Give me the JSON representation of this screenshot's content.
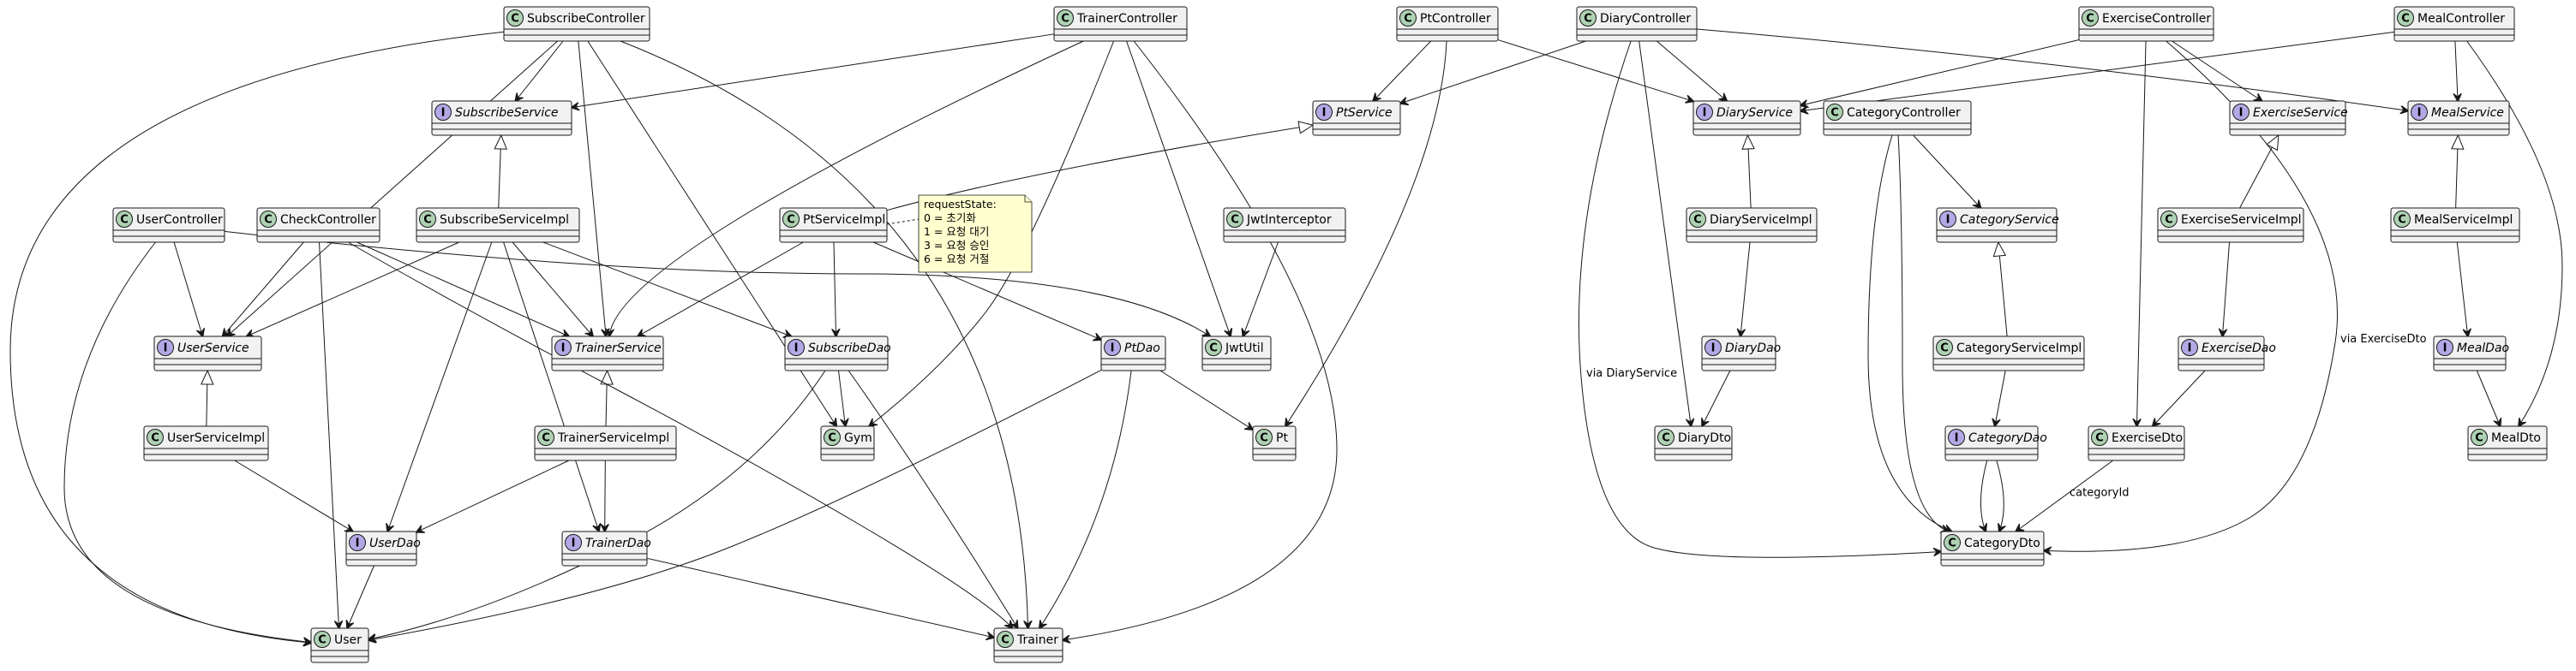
{
  "diagram": {
    "type": "uml-class-diagram",
    "nodes": [
      {
        "id": "SubscribeController",
        "label": "SubscribeController",
        "kind": "class"
      },
      {
        "id": "TrainerController",
        "label": "TrainerController",
        "kind": "class"
      },
      {
        "id": "PtController",
        "label": "PtController",
        "kind": "class"
      },
      {
        "id": "DiaryController",
        "label": "DiaryController",
        "kind": "class"
      },
      {
        "id": "ExerciseController",
        "label": "ExerciseController",
        "kind": "class"
      },
      {
        "id": "MealController",
        "label": "MealController",
        "kind": "class"
      },
      {
        "id": "SubscribeService",
        "label": "SubscribeService",
        "kind": "interface"
      },
      {
        "id": "PtService",
        "label": "PtService",
        "kind": "interface"
      },
      {
        "id": "DiaryService",
        "label": "DiaryService",
        "kind": "interface"
      },
      {
        "id": "ExerciseService",
        "label": "ExerciseService",
        "kind": "interface"
      },
      {
        "id": "MealService",
        "label": "MealService",
        "kind": "interface"
      },
      {
        "id": "CategoryController",
        "label": "CategoryController",
        "kind": "class"
      },
      {
        "id": "UserController",
        "label": "UserController",
        "kind": "class"
      },
      {
        "id": "CheckController",
        "label": "CheckController",
        "kind": "class"
      },
      {
        "id": "SubscribeServiceImpl",
        "label": "SubscribeServiceImpl",
        "kind": "class"
      },
      {
        "id": "PtServiceImpl",
        "label": "PtServiceImpl",
        "kind": "class"
      },
      {
        "id": "JwtInterceptor",
        "label": "JwtInterceptor",
        "kind": "class"
      },
      {
        "id": "DiaryServiceImpl",
        "label": "DiaryServiceImpl",
        "kind": "class"
      },
      {
        "id": "CategoryService",
        "label": "CategoryService",
        "kind": "interface"
      },
      {
        "id": "ExerciseServiceImpl",
        "label": "ExerciseServiceImpl",
        "kind": "class"
      },
      {
        "id": "MealServiceImpl",
        "label": "MealServiceImpl",
        "kind": "class"
      },
      {
        "id": "UserService",
        "label": "UserService",
        "kind": "interface"
      },
      {
        "id": "TrainerService",
        "label": "TrainerService",
        "kind": "interface"
      },
      {
        "id": "SubscribeDao",
        "label": "SubscribeDao",
        "kind": "interface"
      },
      {
        "id": "PtDao",
        "label": "PtDao",
        "kind": "interface"
      },
      {
        "id": "JwtUtil",
        "label": "JwtUtil",
        "kind": "class"
      },
      {
        "id": "DiaryDao",
        "label": "DiaryDao",
        "kind": "interface"
      },
      {
        "id": "CategoryServiceImpl",
        "label": "CategoryServiceImpl",
        "kind": "class"
      },
      {
        "id": "ExerciseDao",
        "label": "ExerciseDao",
        "kind": "interface"
      },
      {
        "id": "MealDao",
        "label": "MealDao",
        "kind": "interface"
      },
      {
        "id": "UserServiceImpl",
        "label": "UserServiceImpl",
        "kind": "class"
      },
      {
        "id": "TrainerServiceImpl",
        "label": "TrainerServiceImpl",
        "kind": "class"
      },
      {
        "id": "Gym",
        "label": "Gym",
        "kind": "class"
      },
      {
        "id": "Pt",
        "label": "Pt",
        "kind": "class"
      },
      {
        "id": "DiaryDto",
        "label": "DiaryDto",
        "kind": "class"
      },
      {
        "id": "CategoryDao",
        "label": "CategoryDao",
        "kind": "interface"
      },
      {
        "id": "ExerciseDto",
        "label": "ExerciseDto",
        "kind": "class"
      },
      {
        "id": "MealDto",
        "label": "MealDto",
        "kind": "class"
      },
      {
        "id": "UserDao",
        "label": "UserDao",
        "kind": "interface"
      },
      {
        "id": "TrainerDao",
        "label": "TrainerDao",
        "kind": "interface"
      },
      {
        "id": "CategoryDto",
        "label": "CategoryDto",
        "kind": "class"
      },
      {
        "id": "User",
        "label": "User",
        "kind": "class"
      },
      {
        "id": "Trainer",
        "label": "Trainer",
        "kind": "class"
      }
    ],
    "edges": [
      {
        "from": "SubscribeController",
        "to": "SubscribeService",
        "type": "dependency"
      },
      {
        "from": "SubscribeController",
        "to": "UserService",
        "type": "dependency"
      },
      {
        "from": "SubscribeController",
        "to": "TrainerService",
        "type": "dependency"
      },
      {
        "from": "SubscribeController",
        "to": "Gym",
        "type": "dependency"
      },
      {
        "from": "SubscribeController",
        "to": "Trainer",
        "type": "dependency"
      },
      {
        "from": "SubscribeController",
        "to": "User",
        "type": "dependency"
      },
      {
        "from": "TrainerController",
        "to": "SubscribeService",
        "type": "dependency"
      },
      {
        "from": "TrainerController",
        "to": "TrainerService",
        "type": "dependency"
      },
      {
        "from": "TrainerController",
        "to": "Gym",
        "type": "dependency"
      },
      {
        "from": "TrainerController",
        "to": "JwtUtil",
        "type": "dependency"
      },
      {
        "from": "TrainerController",
        "to": "Trainer",
        "type": "dependency"
      },
      {
        "from": "PtController",
        "to": "PtService",
        "type": "dependency"
      },
      {
        "from": "PtController",
        "to": "DiaryService",
        "type": "dependency"
      },
      {
        "from": "PtController",
        "to": "Pt",
        "type": "dependency"
      },
      {
        "from": "DiaryController",
        "to": "PtService",
        "type": "dependency"
      },
      {
        "from": "DiaryController",
        "to": "DiaryService",
        "type": "dependency"
      },
      {
        "from": "DiaryController",
        "to": "MealService",
        "type": "dependency"
      },
      {
        "from": "DiaryController",
        "to": "DiaryDto",
        "type": "dependency"
      },
      {
        "from": "DiaryController",
        "to": "CategoryDto",
        "type": "dependency",
        "label": "via DiaryService"
      },
      {
        "from": "ExerciseController",
        "to": "DiaryService",
        "type": "dependency"
      },
      {
        "from": "ExerciseController",
        "to": "ExerciseService",
        "type": "dependency"
      },
      {
        "from": "ExerciseController",
        "to": "ExerciseDto",
        "type": "dependency"
      },
      {
        "from": "ExerciseController",
        "to": "CategoryDto",
        "type": "dependency",
        "label": "via ExerciseDto"
      },
      {
        "from": "MealController",
        "to": "DiaryService",
        "type": "dependency"
      },
      {
        "from": "MealController",
        "to": "MealService",
        "type": "dependency"
      },
      {
        "from": "MealController",
        "to": "MealDto",
        "type": "dependency"
      },
      {
        "from": "SubscribeServiceImpl",
        "to": "SubscribeService",
        "type": "realization"
      },
      {
        "from": "PtServiceImpl",
        "to": "PtService",
        "type": "realization"
      },
      {
        "from": "DiaryServiceImpl",
        "to": "DiaryService",
        "type": "realization"
      },
      {
        "from": "ExerciseServiceImpl",
        "to": "ExerciseService",
        "type": "realization"
      },
      {
        "from": "MealServiceImpl",
        "to": "MealService",
        "type": "realization"
      },
      {
        "from": "CategoryServiceImpl",
        "to": "CategoryService",
        "type": "realization"
      },
      {
        "from": "UserServiceImpl",
        "to": "UserService",
        "type": "realization"
      },
      {
        "from": "TrainerServiceImpl",
        "to": "TrainerService",
        "type": "realization"
      },
      {
        "from": "CategoryController",
        "to": "CategoryService",
        "type": "dependency"
      },
      {
        "from": "CategoryController",
        "to": "CategoryDto",
        "type": "dependency"
      },
      {
        "from": "CategoryController",
        "to": "CategoryDto",
        "type": "dependency"
      },
      {
        "from": "UserController",
        "to": "UserService",
        "type": "dependency"
      },
      {
        "from": "UserController",
        "to": "JwtUtil",
        "type": "dependency"
      },
      {
        "from": "UserController",
        "to": "User",
        "type": "dependency"
      },
      {
        "from": "CheckController",
        "to": "UserService",
        "type": "dependency"
      },
      {
        "from": "CheckController",
        "to": "TrainerService",
        "type": "dependency"
      },
      {
        "from": "CheckController",
        "to": "User",
        "type": "dependency"
      },
      {
        "from": "CheckController",
        "to": "Trainer",
        "type": "dependency"
      },
      {
        "from": "SubscribeServiceImpl",
        "to": "UserService",
        "type": "dependency"
      },
      {
        "from": "SubscribeServiceImpl",
        "to": "TrainerService",
        "type": "dependency"
      },
      {
        "from": "SubscribeServiceImpl",
        "to": "SubscribeDao",
        "type": "dependency"
      },
      {
        "from": "SubscribeServiceImpl",
        "to": "UserDao",
        "type": "dependency"
      },
      {
        "from": "SubscribeServiceImpl",
        "to": "TrainerDao",
        "type": "dependency"
      },
      {
        "from": "PtServiceImpl",
        "to": "TrainerService",
        "type": "dependency"
      },
      {
        "from": "PtServiceImpl",
        "to": "SubscribeDao",
        "type": "dependency"
      },
      {
        "from": "PtServiceImpl",
        "to": "PtDao",
        "type": "dependency"
      },
      {
        "from": "JwtInterceptor",
        "to": "JwtUtil",
        "type": "dependency"
      },
      {
        "from": "DiaryServiceImpl",
        "to": "DiaryDao",
        "type": "dependency"
      },
      {
        "from": "ExerciseServiceImpl",
        "to": "ExerciseDao",
        "type": "dependency"
      },
      {
        "from": "MealServiceImpl",
        "to": "MealDao",
        "type": "dependency"
      },
      {
        "from": "SubscribeDao",
        "to": "Gym",
        "type": "dependency"
      },
      {
        "from": "SubscribeDao",
        "to": "User",
        "type": "dependency"
      },
      {
        "from": "SubscribeDao",
        "to": "Trainer",
        "type": "dependency"
      },
      {
        "from": "PtDao",
        "to": "Pt",
        "type": "dependency"
      },
      {
        "from": "PtDao",
        "to": "User",
        "type": "dependency"
      },
      {
        "from": "PtDao",
        "to": "Trainer",
        "type": "dependency"
      },
      {
        "from": "DiaryDao",
        "to": "DiaryDto",
        "type": "dependency"
      },
      {
        "from": "CategoryServiceImpl",
        "to": "CategoryDao",
        "type": "dependency"
      },
      {
        "from": "CategoryDao",
        "to": "CategoryDto",
        "type": "dependency"
      },
      {
        "from": "CategoryDao",
        "to": "CategoryDto",
        "type": "dependency"
      },
      {
        "from": "ExerciseDao",
        "to": "ExerciseDto",
        "type": "dependency"
      },
      {
        "from": "ExerciseDto",
        "to": "CategoryDto",
        "type": "dependency",
        "label": "categoryId"
      },
      {
        "from": "MealDao",
        "to": "MealDto",
        "type": "dependency"
      },
      {
        "from": "UserServiceImpl",
        "to": "UserDao",
        "type": "dependency"
      },
      {
        "from": "TrainerServiceImpl",
        "to": "UserDao",
        "type": "dependency"
      },
      {
        "from": "TrainerServiceImpl",
        "to": "TrainerDao",
        "type": "dependency"
      },
      {
        "from": "UserDao",
        "to": "User",
        "type": "dependency"
      },
      {
        "from": "TrainerDao",
        "to": "Trainer",
        "type": "dependency"
      }
    ],
    "note": {
      "attached_to": "PtServiceImpl",
      "lines": [
        "requestState:",
        "0 = 초기화",
        "1 = 요청 대기",
        "3 = 요청 승인",
        "6 = 요청 거절"
      ]
    }
  }
}
